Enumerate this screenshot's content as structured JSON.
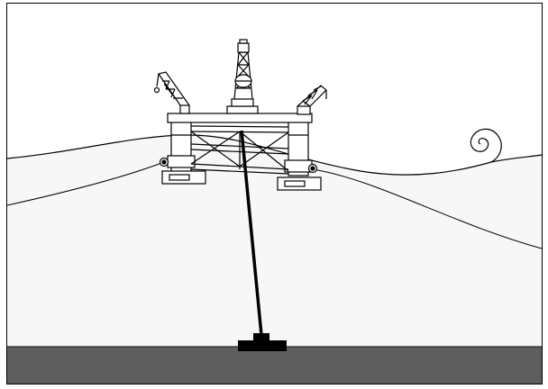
{
  "diagram": {
    "subject": "semi-submersible-drilling-rig",
    "colors": {
      "frame": "#000000",
      "sky": "#ffffff",
      "sea": "#f7f7f7",
      "seabed": "#5e5e5e",
      "structure_fill": "#ffffff",
      "riser": "#000000"
    },
    "components": [
      "derrick",
      "left-crane",
      "right-crane",
      "deck-truss",
      "left-column",
      "right-column",
      "left-pontoon",
      "right-pontoon",
      "left-fairlead",
      "right-fairlead",
      "mooring-lines",
      "drilling-riser",
      "wellhead",
      "breaking-wave"
    ]
  }
}
